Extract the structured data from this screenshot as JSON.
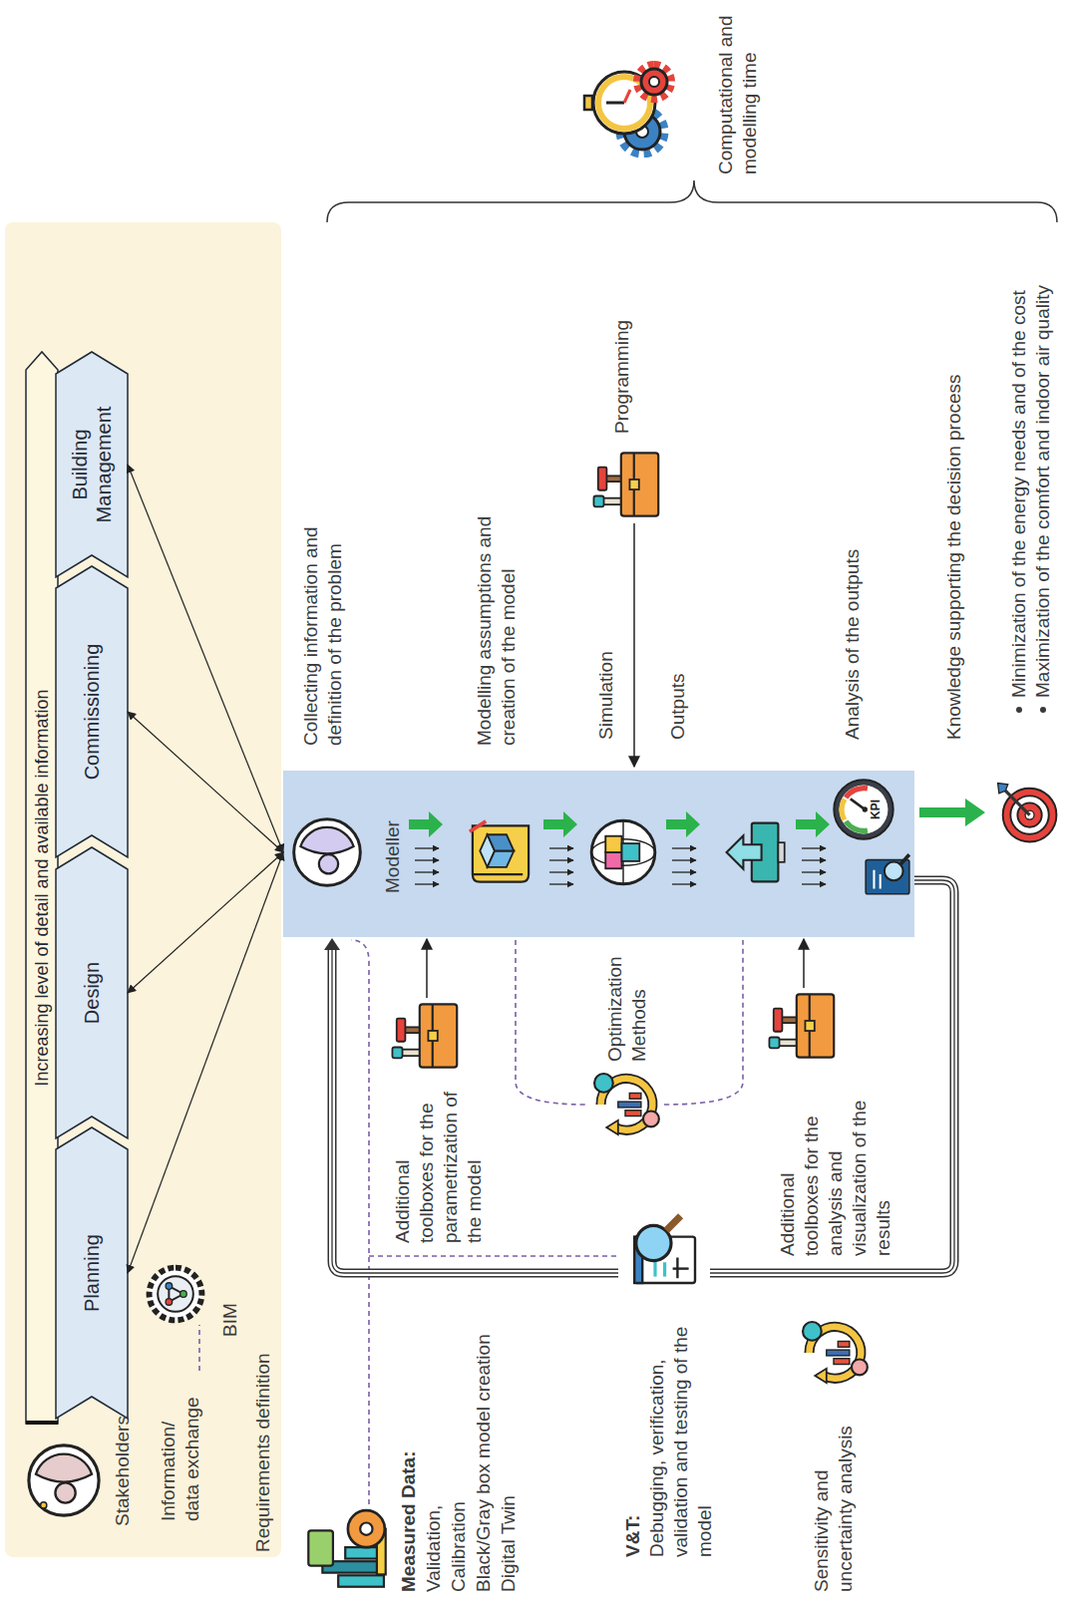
{
  "diagram": {
    "nodes": [
      {
        "text": [
          "Stakeholders",
          "Information/ data exchange",
          "BIM",
          "Requirements definition"
        ]
      },
      {
        "text": [
          "Increasing level of detail and available information"
        ],
        "in": 0
      },
      {
        "text": [
          "Planning"
        ],
        "in": 0
      },
      {
        "text": [
          "Design"
        ],
        "in": 0
      },
      {
        "text": [
          "Commissioning"
        ],
        "in": 0
      },
      {
        "text": [
          "Building Management"
        ],
        "in": 0
      },
      {
        "text": [
          "Modeller"
        ]
      }
    ],
    "edges": [
      {
        "from": 6,
        "to": 2,
        "arrow": "both"
      },
      {
        "from": 6,
        "to": 3,
        "arrow": "both"
      },
      {
        "from": 6,
        "to": 4,
        "arrow": "both"
      },
      {
        "from": 6,
        "to": 5,
        "arrow": "both"
      }
    ],
    "labels": [
      "Measured Data:",
      "Validation,",
      "Calibration",
      "Black/Gray box model creation",
      "Digital Twin",
      "V&T:",
      "Debugging, verification, validation and testing of the model",
      "Sensitivity and uncertainty analysis",
      "Additional toolboxes for the parametrization of the model",
      "Optimization Methods",
      "Additional toolboxes for the analysis and visualization of the results",
      "Collecting information and definition of the problem",
      "Modelling assumptions and creation of the model",
      "Simulation",
      "Programming",
      "Outputs",
      "Analysis of the outputs",
      "Knowledge supporting the decision process",
      "Minimization of the energy needs and of the cost",
      "Maximization of the comfort and indoor air quality",
      "Computational and modelling time",
      "KPI"
    ]
  }
}
